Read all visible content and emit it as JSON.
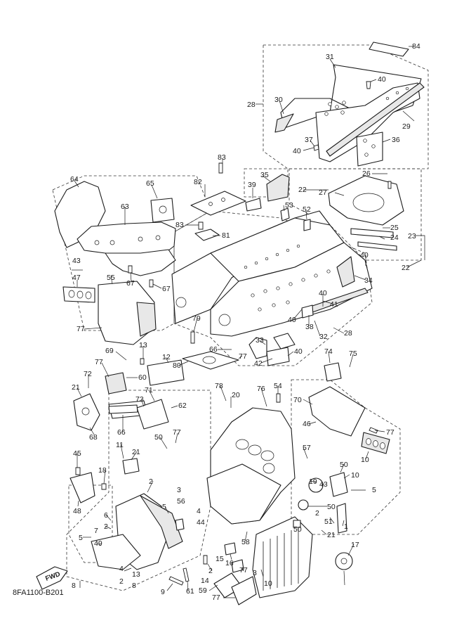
{
  "figure_code": "8FA1100-B201",
  "direction_badge": "FWD",
  "callouts": [
    {
      "id": "c84",
      "text": "84"
    },
    {
      "id": "c31",
      "text": "31"
    },
    {
      "id": "c40a",
      "text": "40"
    },
    {
      "id": "c30",
      "text": "30"
    },
    {
      "id": "c28a",
      "text": "28"
    },
    {
      "id": "c29",
      "text": "29"
    },
    {
      "id": "c37",
      "text": "37"
    },
    {
      "id": "c36",
      "text": "36"
    },
    {
      "id": "c40b",
      "text": "40"
    },
    {
      "id": "c83a",
      "text": "83"
    },
    {
      "id": "c35",
      "text": "35"
    },
    {
      "id": "c26",
      "text": "26"
    },
    {
      "id": "c64",
      "text": "64"
    },
    {
      "id": "c65",
      "text": "65"
    },
    {
      "id": "c82",
      "text": "82"
    },
    {
      "id": "c39",
      "text": "39"
    },
    {
      "id": "c22a",
      "text": "22"
    },
    {
      "id": "c27",
      "text": "27"
    },
    {
      "id": "c53",
      "text": "53"
    },
    {
      "id": "c52",
      "text": "52"
    },
    {
      "id": "c63",
      "text": "63"
    },
    {
      "id": "c83b",
      "text": "83"
    },
    {
      "id": "c81",
      "text": "81"
    },
    {
      "id": "c25",
      "text": "25"
    },
    {
      "id": "c23",
      "text": "23"
    },
    {
      "id": "c24",
      "text": "24"
    },
    {
      "id": "c22b",
      "text": "22"
    },
    {
      "id": "c43a",
      "text": "43"
    },
    {
      "id": "c47",
      "text": "47"
    },
    {
      "id": "c67a",
      "text": "67"
    },
    {
      "id": "c67b",
      "text": "67"
    },
    {
      "id": "c55",
      "text": "55"
    },
    {
      "id": "c40c",
      "text": "40"
    },
    {
      "id": "c34",
      "text": "34"
    },
    {
      "id": "c40d",
      "text": "40"
    },
    {
      "id": "c41",
      "text": "41"
    },
    {
      "id": "c77a",
      "text": "77"
    },
    {
      "id": "c79",
      "text": "79"
    },
    {
      "id": "c40e",
      "text": "40"
    },
    {
      "id": "c38",
      "text": "38"
    },
    {
      "id": "c28b",
      "text": "28"
    },
    {
      "id": "c32",
      "text": "32"
    },
    {
      "id": "c33",
      "text": "33"
    },
    {
      "id": "c40f",
      "text": "40"
    },
    {
      "id": "c66a",
      "text": "66"
    },
    {
      "id": "c77b",
      "text": "77"
    },
    {
      "id": "c13a",
      "text": "13"
    },
    {
      "id": "c12",
      "text": "12"
    },
    {
      "id": "c80",
      "text": "80"
    },
    {
      "id": "c42",
      "text": "42"
    },
    {
      "id": "c74",
      "text": "74"
    },
    {
      "id": "c75",
      "text": "75"
    },
    {
      "id": "c69",
      "text": "69"
    },
    {
      "id": "c77c",
      "text": "77"
    },
    {
      "id": "c72",
      "text": "72"
    },
    {
      "id": "c60",
      "text": "60"
    },
    {
      "id": "c21a",
      "text": "21"
    },
    {
      "id": "c78",
      "text": "78"
    },
    {
      "id": "c20",
      "text": "20"
    },
    {
      "id": "c76",
      "text": "76"
    },
    {
      "id": "c54",
      "text": "54"
    },
    {
      "id": "c70",
      "text": "70"
    },
    {
      "id": "c71",
      "text": "71"
    },
    {
      "id": "c73",
      "text": "73"
    },
    {
      "id": "c62",
      "text": "62"
    },
    {
      "id": "c68",
      "text": "68"
    },
    {
      "id": "c66b",
      "text": "66"
    },
    {
      "id": "c77d",
      "text": "77"
    },
    {
      "id": "c50a",
      "text": "50"
    },
    {
      "id": "c77e",
      "text": "77"
    },
    {
      "id": "c46",
      "text": "46"
    },
    {
      "id": "c10a",
      "text": "10"
    },
    {
      "id": "c11",
      "text": "11"
    },
    {
      "id": "c21b",
      "text": "21"
    },
    {
      "id": "c57",
      "text": "57"
    },
    {
      "id": "c45",
      "text": "45"
    },
    {
      "id": "c50b",
      "text": "50"
    },
    {
      "id": "c10b",
      "text": "10"
    },
    {
      "id": "c18",
      "text": "18"
    },
    {
      "id": "c19",
      "text": "19"
    },
    {
      "id": "c43b",
      "text": "43"
    },
    {
      "id": "c5a",
      "text": "5"
    },
    {
      "id": "c2a",
      "text": "2"
    },
    {
      "id": "c3a",
      "text": "3"
    },
    {
      "id": "c56",
      "text": "56"
    },
    {
      "id": "c48",
      "text": "48"
    },
    {
      "id": "c50c",
      "text": "50"
    },
    {
      "id": "c2b",
      "text": "2"
    },
    {
      "id": "c5b",
      "text": "5"
    },
    {
      "id": "c6",
      "text": "6"
    },
    {
      "id": "c2c",
      "text": "2"
    },
    {
      "id": "c4a",
      "text": "4"
    },
    {
      "id": "c44",
      "text": "44"
    },
    {
      "id": "c50d",
      "text": "50"
    },
    {
      "id": "c51",
      "text": "51"
    },
    {
      "id": "c1",
      "text": "1"
    },
    {
      "id": "c5c",
      "text": "5"
    },
    {
      "id": "c7",
      "text": "7"
    },
    {
      "id": "c49",
      "text": "49"
    },
    {
      "id": "c21c",
      "text": "21"
    },
    {
      "id": "c58",
      "text": "58"
    },
    {
      "id": "c17",
      "text": "17"
    },
    {
      "id": "c15",
      "text": "15"
    },
    {
      "id": "c16",
      "text": "16"
    },
    {
      "id": "c77f",
      "text": "77"
    },
    {
      "id": "c3b",
      "text": "3"
    },
    {
      "id": "c4b",
      "text": "4"
    },
    {
      "id": "c13b",
      "text": "13"
    },
    {
      "id": "c2d",
      "text": "2"
    },
    {
      "id": "c2e",
      "text": "2"
    },
    {
      "id": "c8a",
      "text": "8"
    },
    {
      "id": "c14",
      "text": "14"
    },
    {
      "id": "c10c",
      "text": "10"
    },
    {
      "id": "c8b",
      "text": "8"
    },
    {
      "id": "c9",
      "text": "9"
    },
    {
      "id": "c61",
      "text": "61"
    },
    {
      "id": "c59",
      "text": "59"
    },
    {
      "id": "c77g",
      "text": "77"
    }
  ]
}
